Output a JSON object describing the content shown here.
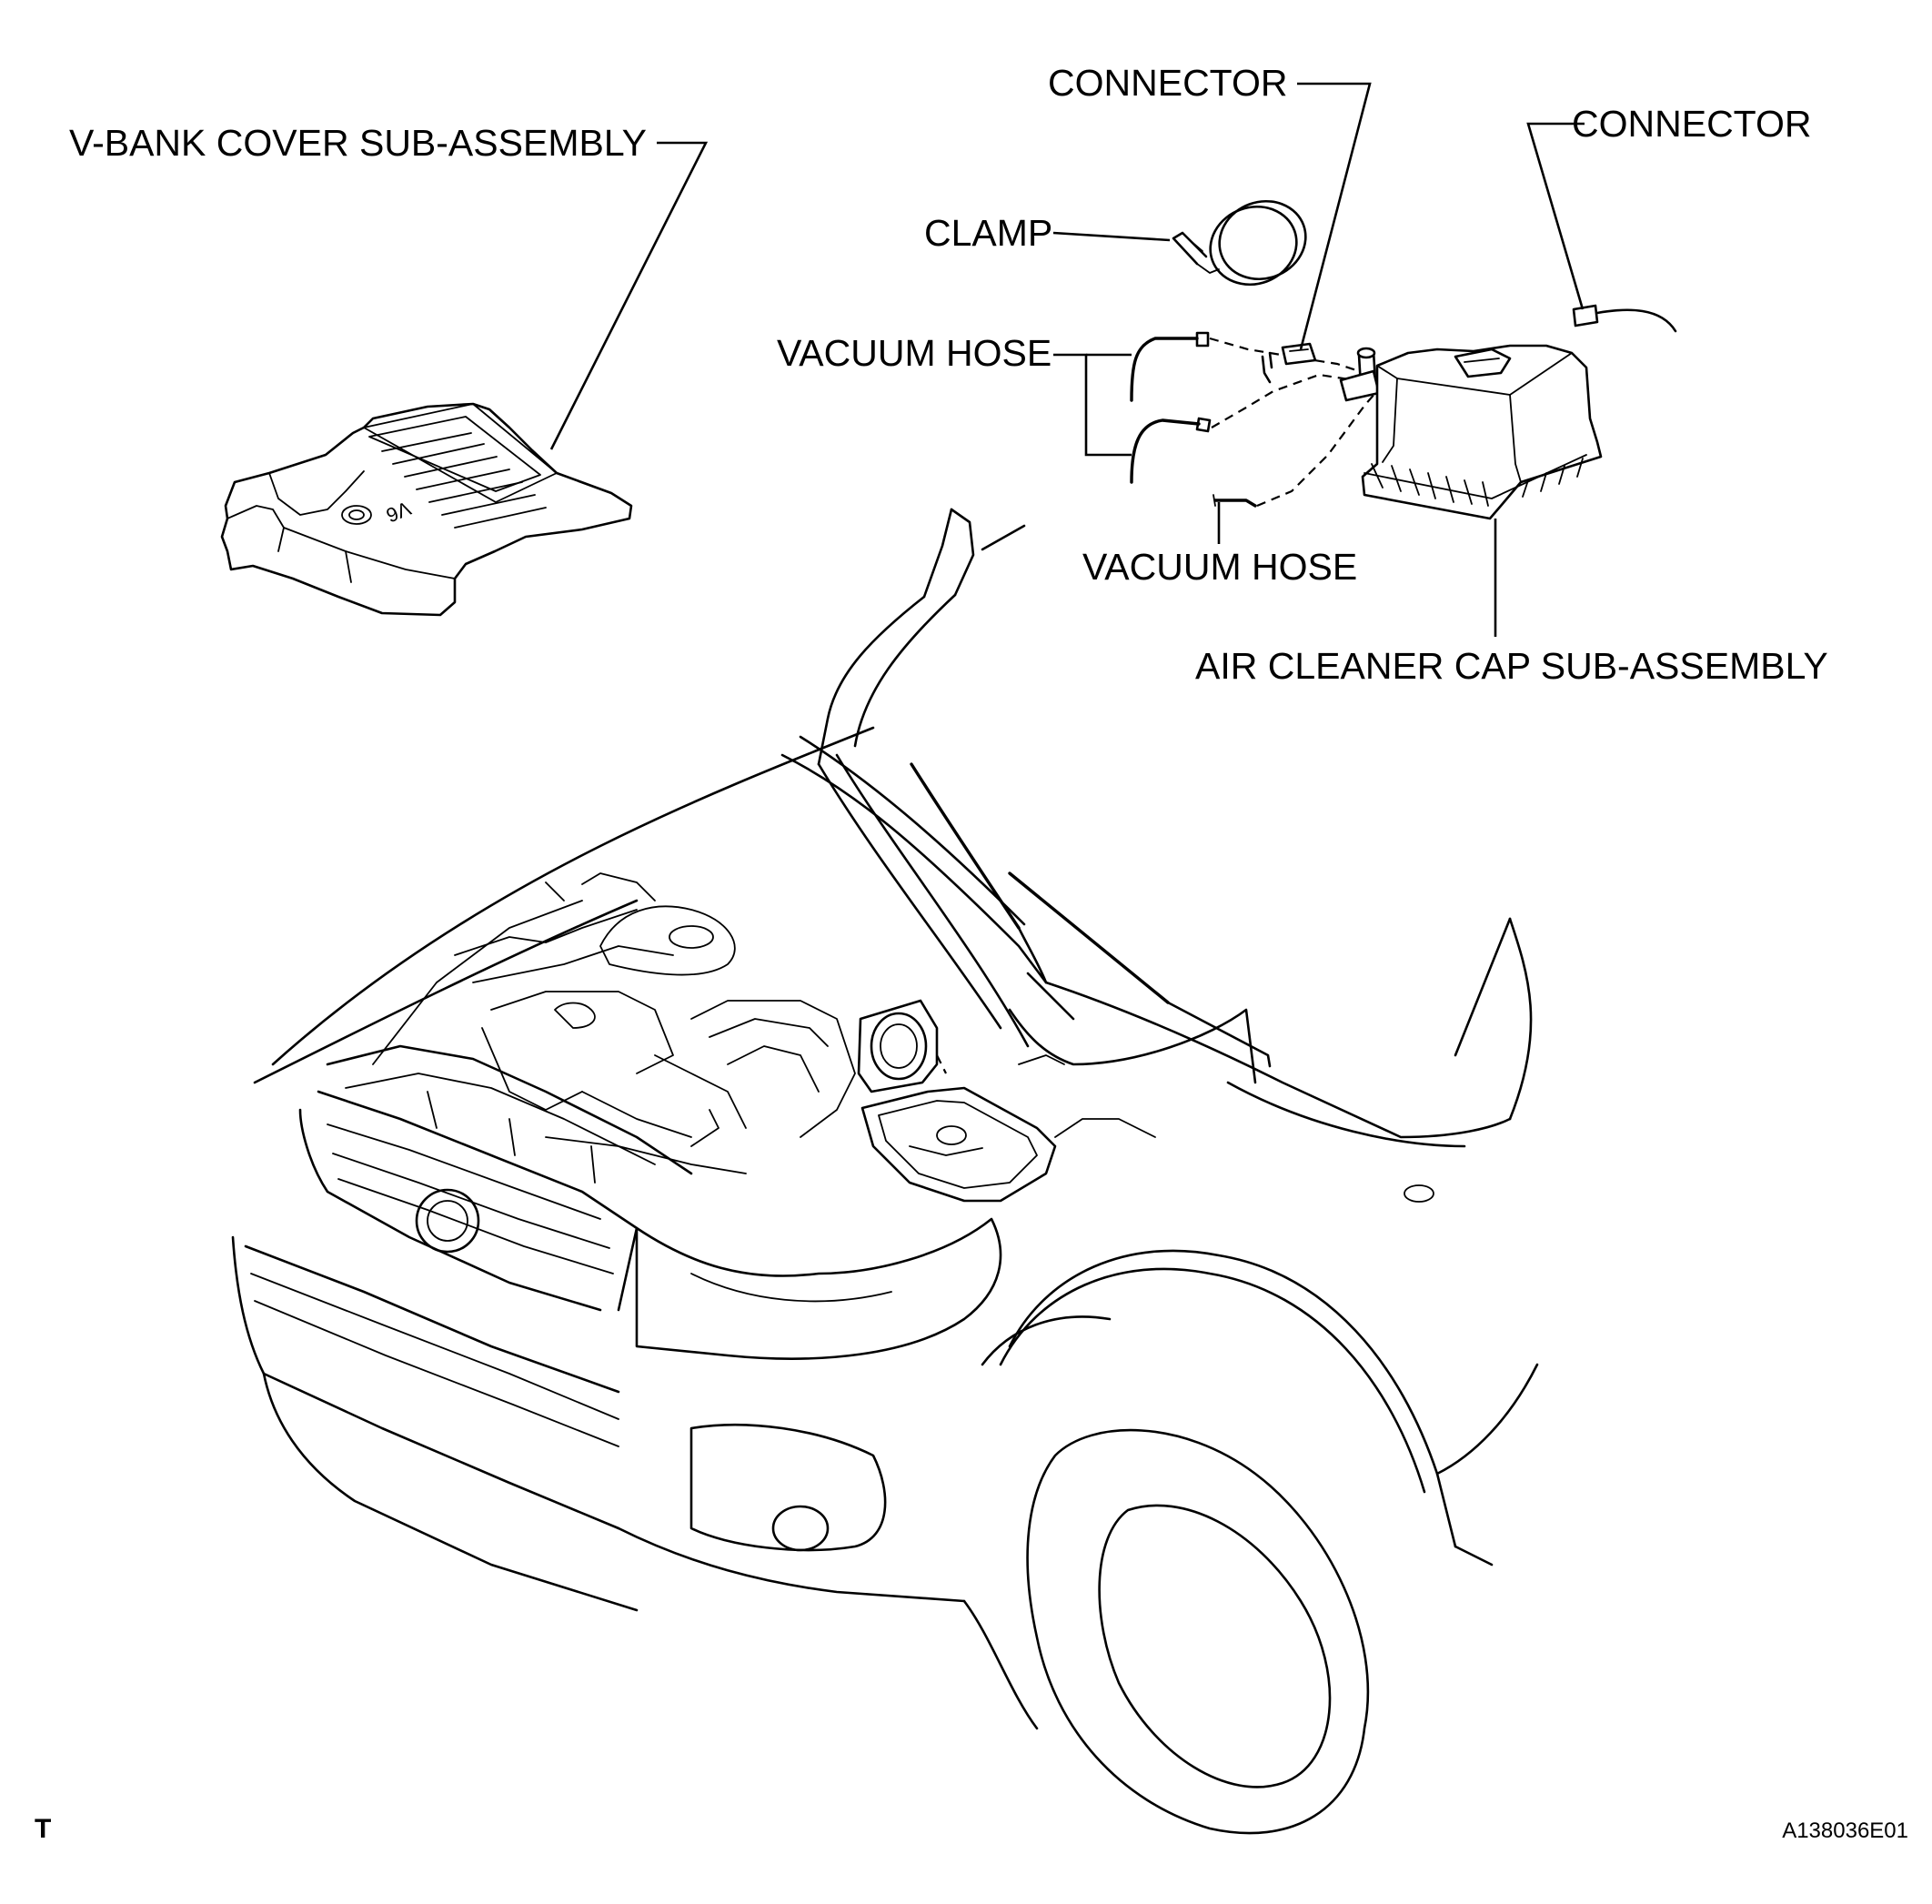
{
  "labels": {
    "v_bank_cover": "V-BANK COVER SUB-ASSEMBLY",
    "connector_top": "CONNECTOR",
    "connector_right": "CONNECTOR",
    "clamp": "CLAMP",
    "vacuum_hose_1": "VACUUM HOSE",
    "vacuum_hose_2": "VACUUM HOSE",
    "air_cleaner_cap": "AIR CLEANER CAP SUB-ASSEMBLY"
  },
  "cover_badge": "V6",
  "footer": {
    "corner_mark": "T",
    "figure_id": "A138036E01"
  }
}
